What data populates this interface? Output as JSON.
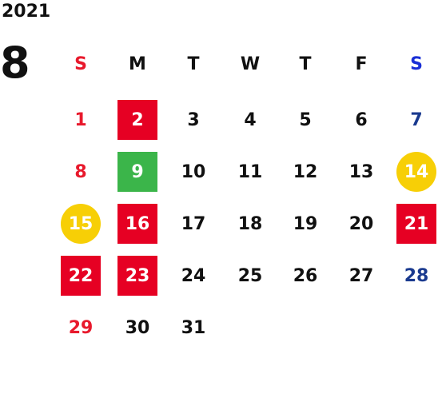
{
  "year": "2021",
  "month": "8",
  "colors": {
    "sunday": "#e8192c",
    "saturday": "#1a3a8f",
    "weekday": "#111111",
    "holiday_bg": "#e60023",
    "green_bg": "#3bb54a",
    "yellow_bg": "#f7cf06"
  },
  "weekday_headers": [
    {
      "label": "S",
      "style": "sun"
    },
    {
      "label": "M",
      "style": "wk"
    },
    {
      "label": "T",
      "style": "wk"
    },
    {
      "label": "W",
      "style": "wk"
    },
    {
      "label": "T",
      "style": "wk"
    },
    {
      "label": "F",
      "style": "wk"
    },
    {
      "label": "S",
      "style": "sat-blue"
    }
  ],
  "weeks": [
    [
      {
        "d": "1",
        "t": "sun"
      },
      {
        "d": "2",
        "t": "red"
      },
      {
        "d": "3",
        "t": "wk"
      },
      {
        "d": "4",
        "t": "wk"
      },
      {
        "d": "5",
        "t": "wk"
      },
      {
        "d": "6",
        "t": "wk"
      },
      {
        "d": "7",
        "t": "sat"
      }
    ],
    [
      {
        "d": "8",
        "t": "sun"
      },
      {
        "d": "9",
        "t": "green"
      },
      {
        "d": "10",
        "t": "wk"
      },
      {
        "d": "11",
        "t": "wk"
      },
      {
        "d": "12",
        "t": "wk"
      },
      {
        "d": "13",
        "t": "wk"
      },
      {
        "d": "14",
        "t": "yellow"
      }
    ],
    [
      {
        "d": "15",
        "t": "yellow"
      },
      {
        "d": "16",
        "t": "red"
      },
      {
        "d": "17",
        "t": "wk"
      },
      {
        "d": "18",
        "t": "wk"
      },
      {
        "d": "19",
        "t": "wk"
      },
      {
        "d": "20",
        "t": "wk"
      },
      {
        "d": "21",
        "t": "red"
      }
    ],
    [
      {
        "d": "22",
        "t": "red"
      },
      {
        "d": "23",
        "t": "red"
      },
      {
        "d": "24",
        "t": "wk"
      },
      {
        "d": "25",
        "t": "wk"
      },
      {
        "d": "26",
        "t": "wk"
      },
      {
        "d": "27",
        "t": "wk"
      },
      {
        "d": "28",
        "t": "sat"
      }
    ],
    [
      {
        "d": "29",
        "t": "sun"
      },
      {
        "d": "30",
        "t": "wk"
      },
      {
        "d": "31",
        "t": "wk"
      }
    ]
  ]
}
